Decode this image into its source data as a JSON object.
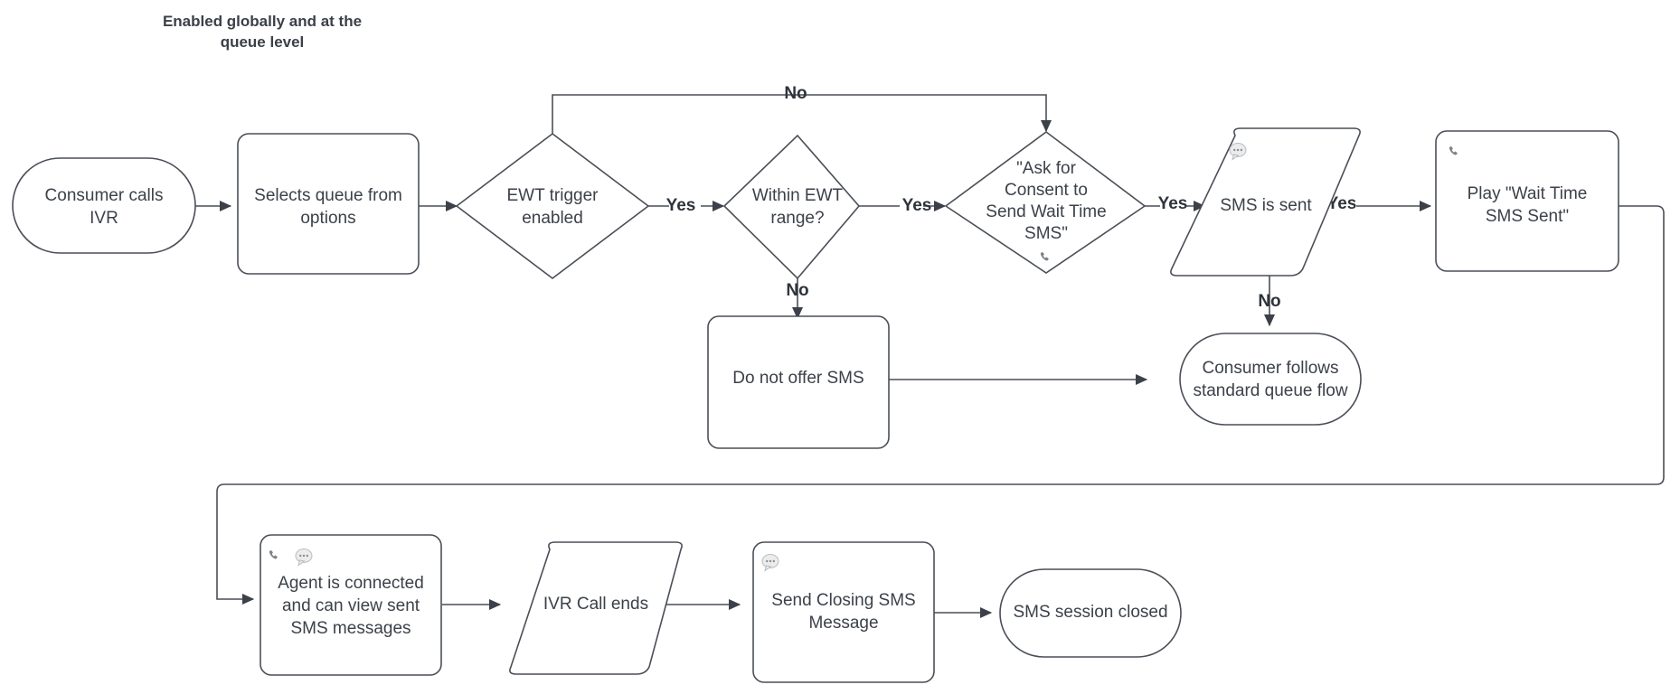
{
  "diagram": {
    "title_line1": "Enabled globally and at the",
    "title_line2": "queue level",
    "stroke_color": "#4a4f57",
    "text_color": "#3c4149",
    "background": "#ffffff"
  },
  "nodes": {
    "consumer_calls_ivr": {
      "line1": "Consumer calls",
      "line2": "IVR",
      "shape": "stadium"
    },
    "selects_queue": {
      "line1": "Selects queue from",
      "line2": "options",
      "shape": "rounded-rect"
    },
    "ewt_trigger": {
      "line1": "EWT trigger",
      "line2": "enabled",
      "shape": "diamond"
    },
    "within_ewt_range": {
      "line1": "Within EWT",
      "line2": "range?",
      "shape": "diamond"
    },
    "ask_for_consent": {
      "line1": "\"Ask for",
      "line2": "Consent to",
      "line3": "Send Wait Time",
      "line4": "SMS\"",
      "shape": "diamond",
      "icon": "phone-icon"
    },
    "sms_is_sent": {
      "line1": "SMS is sent",
      "shape": "parallelogram",
      "icon": "sms-bubble-icon"
    },
    "play_wait_time": {
      "line1": "Play \"Wait Time",
      "line2": "SMS Sent\"",
      "shape": "rounded-rect",
      "icon": "phone-icon"
    },
    "do_not_offer_sms": {
      "line1": "Do not offer SMS",
      "shape": "rounded-rect"
    },
    "consumer_standard_flow": {
      "line1": "Consumer follows",
      "line2": "standard queue flow",
      "shape": "stadium"
    },
    "agent_connected": {
      "line1": "Agent is connected",
      "line2": "and can view sent",
      "line3": "SMS messages",
      "shape": "rounded-rect",
      "icon1": "phone-icon",
      "icon2": "sms-bubble-icon"
    },
    "ivr_call_ends": {
      "line1": "IVR Call ends",
      "shape": "parallelogram"
    },
    "send_closing_sms": {
      "line1": "Send Closing SMS",
      "line2": "Message",
      "shape": "rounded-rect",
      "icon": "sms-bubble-icon"
    },
    "sms_session_closed": {
      "line1": "SMS session closed",
      "shape": "stadium"
    }
  },
  "edge_labels": {
    "ewt_trigger_no": "No",
    "ewt_trigger_yes": "Yes",
    "within_range_yes": "Yes",
    "within_range_no": "No",
    "consent_yes": "Yes",
    "sms_sent_yes": "Yes",
    "sms_sent_no": "No"
  }
}
